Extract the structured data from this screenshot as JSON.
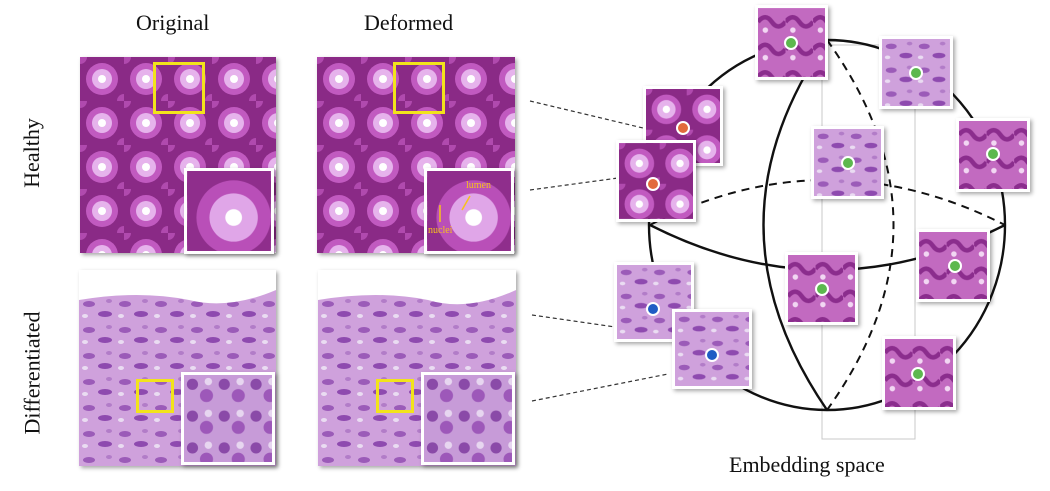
{
  "columns": {
    "original": "Original",
    "deformed": "Deformed"
  },
  "rows": {
    "healthy": "Healthy",
    "differentiated": "Differentiated"
  },
  "annotations": {
    "lumen": "lumen",
    "nuclei": "nuclei"
  },
  "embedding": {
    "title": "Embedding space"
  },
  "colors": {
    "healthy_dot": "#e26a3c",
    "differentiated_dot": "#1f5cc4",
    "other_dot": "#5cb84e",
    "highlight_box": "#f2e31b",
    "tissue_dark": "#b14ea8",
    "tissue_light": "#d6a9e0"
  },
  "icons": [
    "sphere-diagram",
    "histology-patch"
  ]
}
